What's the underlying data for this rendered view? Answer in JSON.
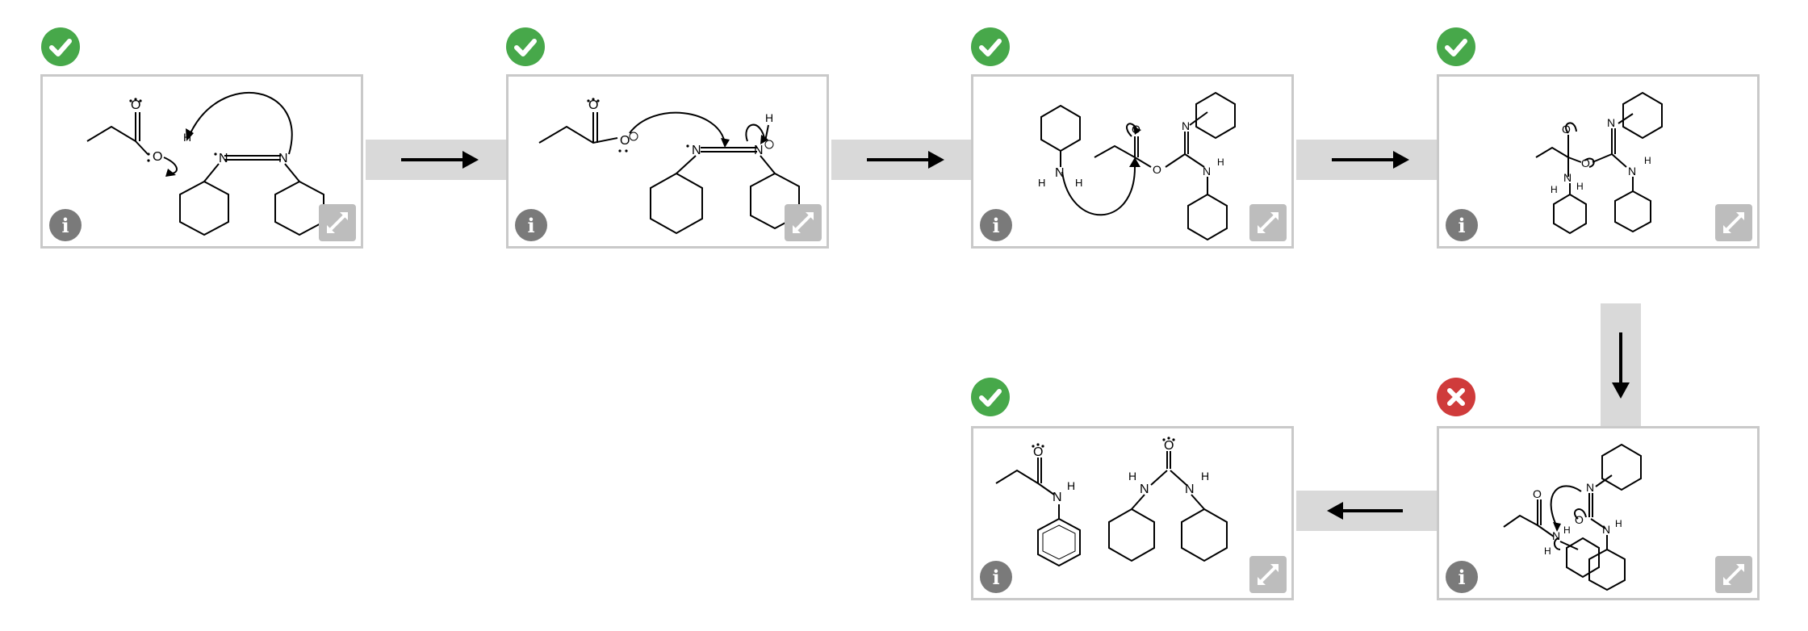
{
  "colors": {
    "success": "#47a84a",
    "error": "#cf3b3b",
    "card_border": "#c9c9c9",
    "connector": "#d9d9d9",
    "button_gray": "#7a7a7a",
    "expand_gray": "#bdbdbd"
  },
  "steps": [
    {
      "status": "success",
      "status_icon": "check-icon",
      "info_label": "i",
      "expand_icon": "expand-icon"
    },
    {
      "status": "success",
      "status_icon": "check-icon",
      "info_label": "i",
      "expand_icon": "expand-icon"
    },
    {
      "status": "success",
      "status_icon": "check-icon",
      "info_label": "i",
      "expand_icon": "expand-icon"
    },
    {
      "status": "success",
      "status_icon": "check-icon",
      "info_label": "i",
      "expand_icon": "expand-icon"
    },
    {
      "status": "error",
      "status_icon": "cross-icon",
      "info_label": "i",
      "expand_icon": "expand-icon"
    },
    {
      "status": "success",
      "status_icon": "check-icon",
      "info_label": "i",
      "expand_icon": "expand-icon"
    }
  ],
  "labels": {
    "O": "O",
    "N": "N",
    "H": "H"
  },
  "connectors": [
    {
      "direction": "right",
      "icon": "arrow-right-icon"
    },
    {
      "direction": "right",
      "icon": "arrow-right-icon"
    },
    {
      "direction": "right",
      "icon": "arrow-right-icon"
    },
    {
      "direction": "down",
      "icon": "arrow-down-icon"
    },
    {
      "direction": "left",
      "icon": "arrow-left-icon"
    }
  ]
}
